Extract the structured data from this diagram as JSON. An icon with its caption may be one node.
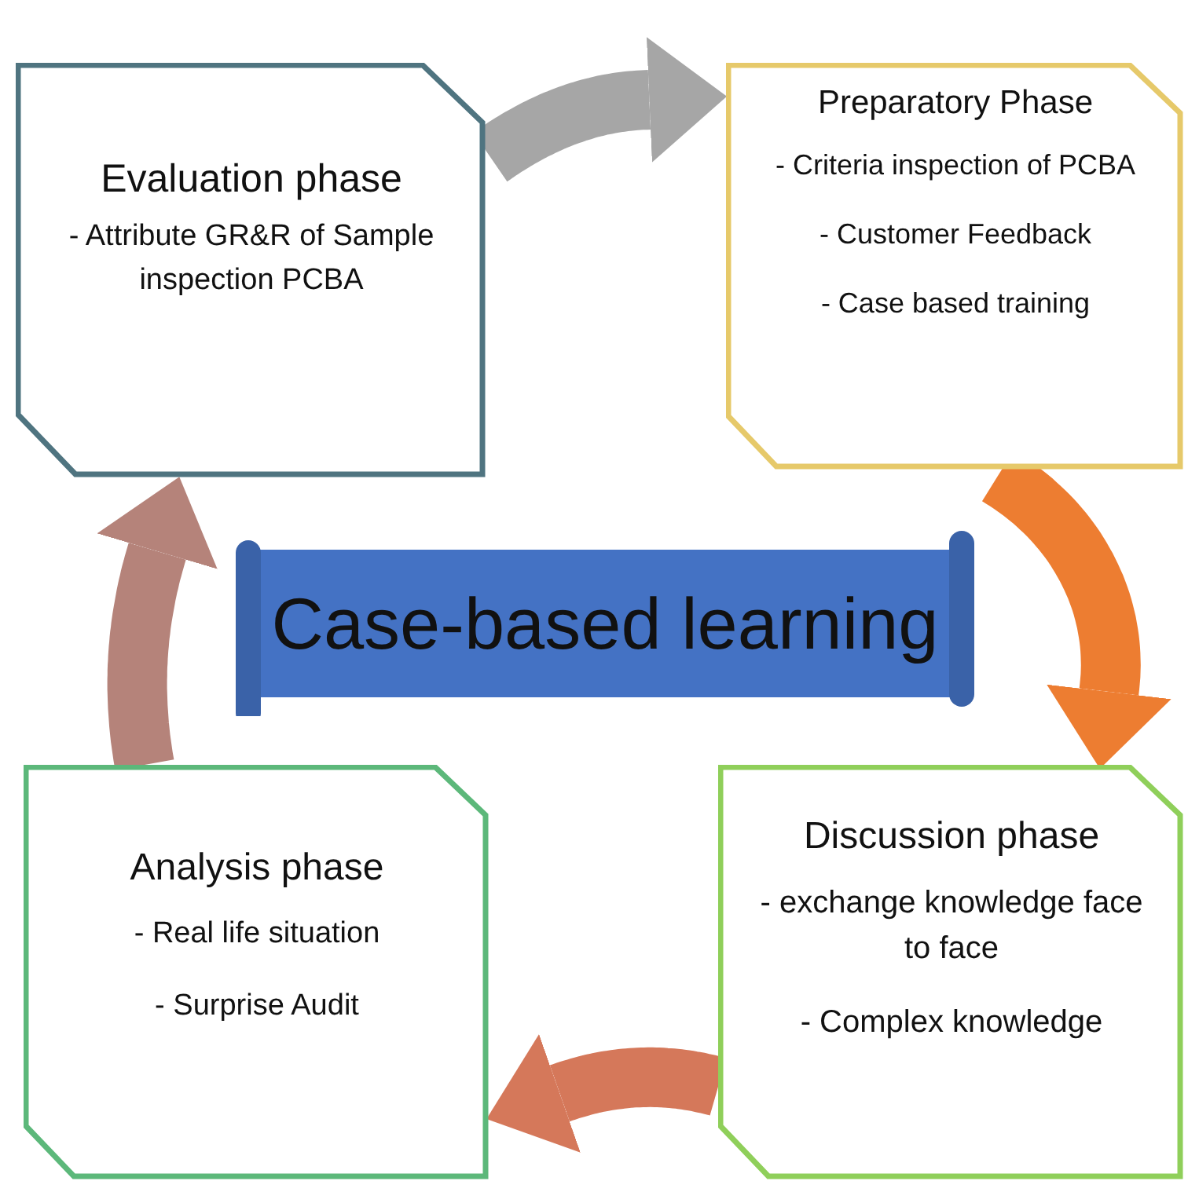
{
  "diagram": {
    "nodes": [
      {
        "text": [
          "Evaluation phase",
          "- Attribute GR&R of Sample inspection PCBA"
        ]
      },
      {
        "text": [
          "Preparatory Phase",
          "- Criteria inspection of PCBA",
          "- Customer Feedback",
          "- Case based training"
        ]
      },
      {
        "text": [
          "Case-based learning"
        ]
      },
      {
        "text": [
          "Discussion phase",
          "- exchange knowledge face to face",
          "- Complex knowledge"
        ]
      },
      {
        "text": [
          "Analysis phase",
          "- Real life situation",
          "- Surprise Audit"
        ]
      }
    ],
    "edges": [
      {
        "from": 0,
        "to": 1,
        "arrow": "to",
        "color": "#a6a6a6"
      },
      {
        "from": 1,
        "to": 3,
        "arrow": "to",
        "color": "#ed7d31"
      },
      {
        "from": 3,
        "to": 4,
        "arrow": "to",
        "color": "#d5785a"
      },
      {
        "from": 4,
        "to": 0,
        "arrow": "to",
        "color": "#b5837a"
      }
    ]
  }
}
